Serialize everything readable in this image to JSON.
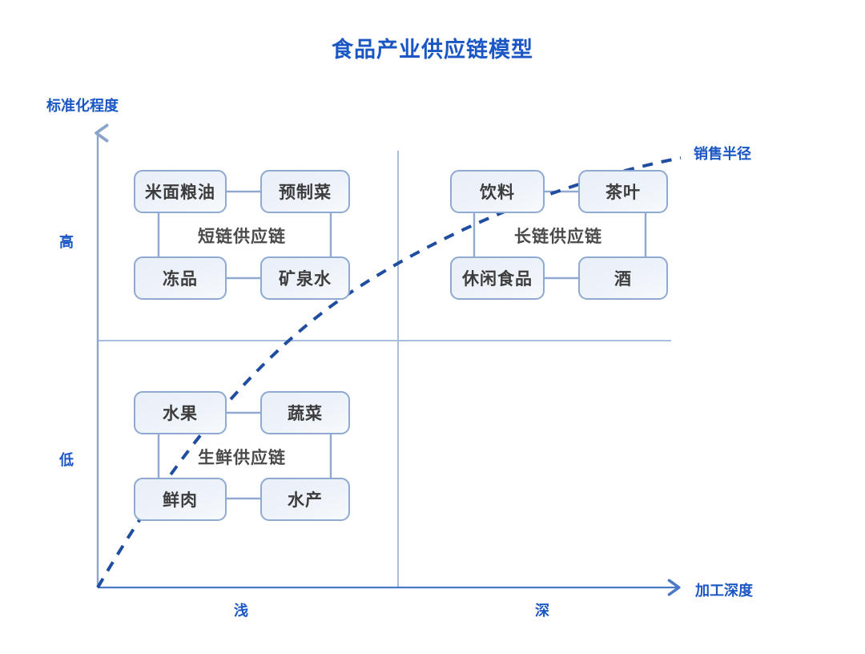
{
  "header": {
    "title": "食品产业供应链模型"
  },
  "axes": {
    "y_title": "标准化程度",
    "x_title": "加工深度",
    "y_ticks": {
      "high": "高",
      "low": "低"
    },
    "x_ticks": {
      "shallow": "浅",
      "deep": "深"
    }
  },
  "curve": {
    "label": "销售半径",
    "style": "dashed",
    "color": "#1f4ea1"
  },
  "colors": {
    "accent": "#1a56c4",
    "axis_line": "#8aa4cc",
    "box_border": "#8fa9d0",
    "box_fill": "#e9eff8",
    "connector": "#8fa9d0",
    "quad_label_text": "#4a4a4a",
    "node_text": "#3c3c3c"
  },
  "chart_data": {
    "type": "scatter",
    "title": "食品产业供应链模型",
    "xlabel": "加工深度",
    "ylabel": "标准化程度",
    "xlim": [
      "浅",
      "深"
    ],
    "ylim": [
      "低",
      "高"
    ],
    "grid": true,
    "legend": [
      "销售半径"
    ],
    "legend_position": "top-right",
    "annotations": [
      "销售半径"
    ],
    "quadrants": [
      {
        "id": "top-left",
        "label": "短链供应链",
        "x_level": "浅",
        "y_level": "高",
        "items": [
          "米面粮油",
          "预制菜",
          "冻品",
          "矿泉水"
        ]
      },
      {
        "id": "top-right",
        "label": "长链供应链",
        "x_level": "深",
        "y_level": "高",
        "items": [
          "饮料",
          "茶叶",
          "休闲食品",
          "酒"
        ]
      },
      {
        "id": "bottom-left",
        "label": "生鲜供应链",
        "x_level": "浅",
        "y_level": "低",
        "items": [
          "水果",
          "蔬菜",
          "鲜肉",
          "水产"
        ]
      },
      {
        "id": "bottom-right",
        "label": "",
        "x_level": "深",
        "y_level": "低",
        "items": []
      }
    ]
  },
  "quadrants": {
    "top_left": {
      "label": "短链供应链",
      "nodes": {
        "tl": "米面粮油",
        "tr": "预制菜",
        "bl": "冻品",
        "br": "矿泉水"
      }
    },
    "top_right": {
      "label": "长链供应链",
      "nodes": {
        "tl": "饮料",
        "tr": "茶叶",
        "bl": "休闲食品",
        "br": "酒"
      }
    },
    "bottom_left": {
      "label": "生鲜供应链",
      "nodes": {
        "tl": "水果",
        "tr": "蔬菜",
        "bl": "鲜肉",
        "br": "水产"
      }
    }
  }
}
